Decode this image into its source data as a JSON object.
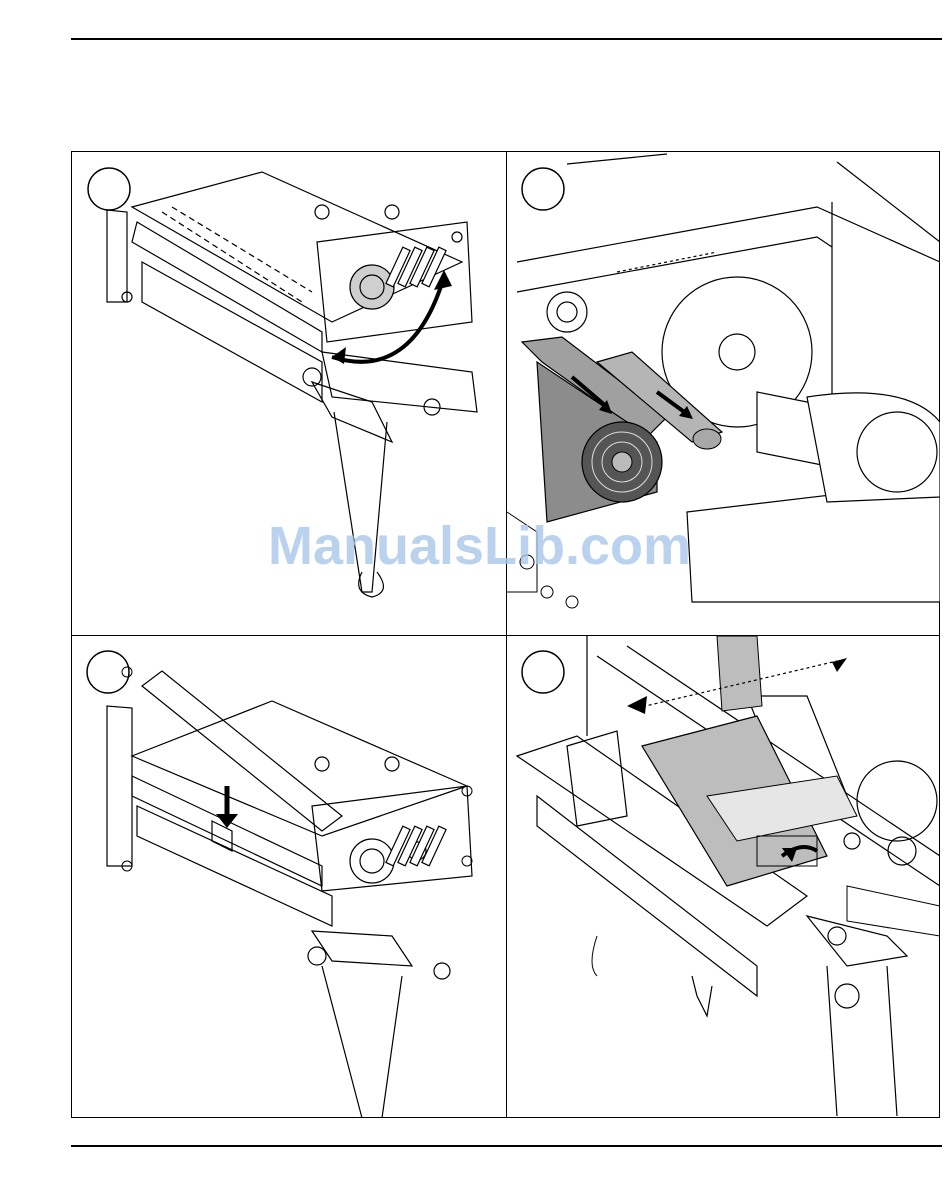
{
  "watermark": {
    "text": "ManualsLib.com"
  },
  "panels": [
    {
      "step": "",
      "content": "open-print-head-illustration"
    },
    {
      "step": "",
      "content": "insert-ribbon-roll-illustration"
    },
    {
      "step": "",
      "content": "close-print-head-illustration"
    },
    {
      "step": "",
      "content": "thread-ribbon-illustration"
    }
  ],
  "colors": {
    "line": "#000000",
    "ribbon": "#9a9a9a",
    "watermark": "#a9c7ea"
  }
}
